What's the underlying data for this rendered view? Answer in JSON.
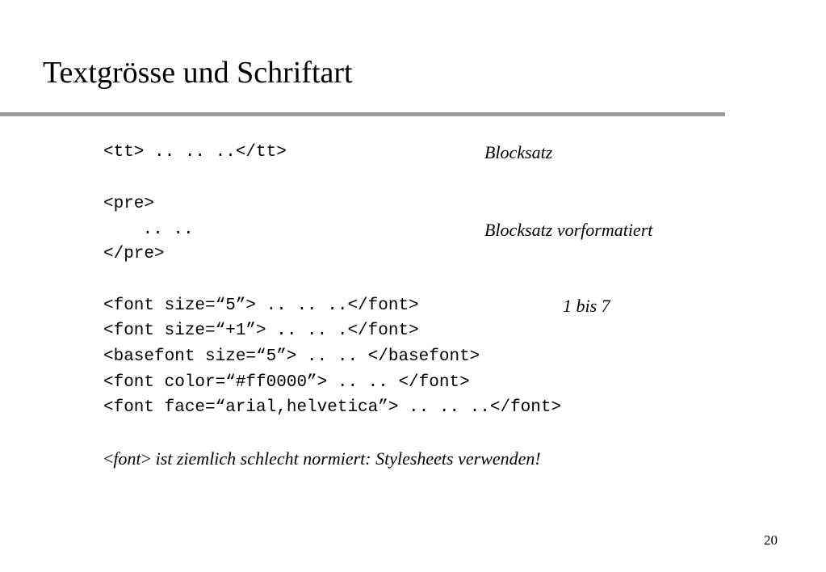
{
  "title": "Textgrösse und Schriftart",
  "lines": {
    "tt_code": "<tt> .. .. ..</tt>",
    "tt_note": "Blocksatz",
    "pre_open": "<pre>",
    "pre_body": " .. ..",
    "pre_note": "Blocksatz vorformatiert",
    "pre_close": "</pre>",
    "font_size_code": "<font size=“5”> .. .. ..</font>",
    "font_size_note": "1 bis 7",
    "font_size_rel_code": "<font size=“+1”> .. .. .</font>",
    "basefont_code": "<basefont size=“5”> .. .. </basefont>",
    "font_color_code": "<font color=“#ff0000”> .. .. </font>",
    "font_face_code": "<font face=“arial,helvetica”> .. .. ..</font>"
  },
  "footnote": {
    "lt": "<",
    "tag": "font",
    "gt": ">",
    "text": " ist ziemlich schlecht normiert: Stylesheets verwenden!"
  },
  "page_number": "20",
  "colors": {
    "title_rule": "#999999",
    "text": "#000000",
    "background": "#ffffff"
  }
}
